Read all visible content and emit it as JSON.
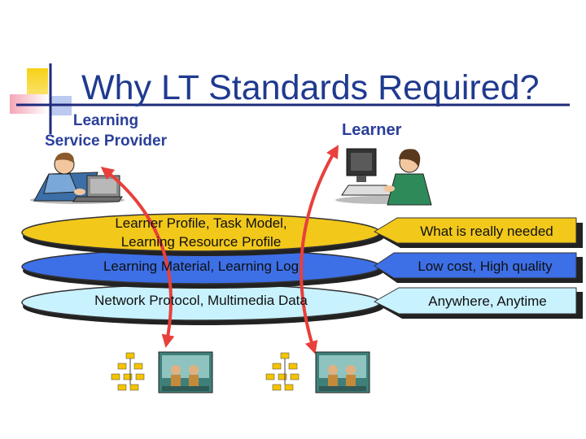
{
  "slide": {
    "title": "Why LT Standards Required?",
    "provider_label_line1": "Learning",
    "provider_label_line2": "Service Provider",
    "learner_label": "Learner"
  },
  "layers": [
    {
      "line1": "Learner Profile, Task Model,",
      "line2": "Learning Resource Profile",
      "color": "#f2c81b"
    },
    {
      "line1": "Learning Material, Learning Log",
      "color": "#3d6fe6"
    },
    {
      "line1": "Network Protocol, Multimedia Data",
      "color": "#c9f2ff"
    }
  ],
  "callouts": [
    {
      "text": "What is really needed"
    },
    {
      "text": "Low cost, High quality"
    },
    {
      "text": "Anywhere, Anytime"
    }
  ],
  "colors": {
    "title": "#1f3a8f",
    "accent_yellow": "#f7d117",
    "accent_blue": "#2540c8",
    "arrow_red": "#e8403c"
  },
  "icons": [
    "man-at-laptop-icon",
    "woman-at-computer-icon",
    "org-chart-icon",
    "classroom-photo-icon"
  ]
}
